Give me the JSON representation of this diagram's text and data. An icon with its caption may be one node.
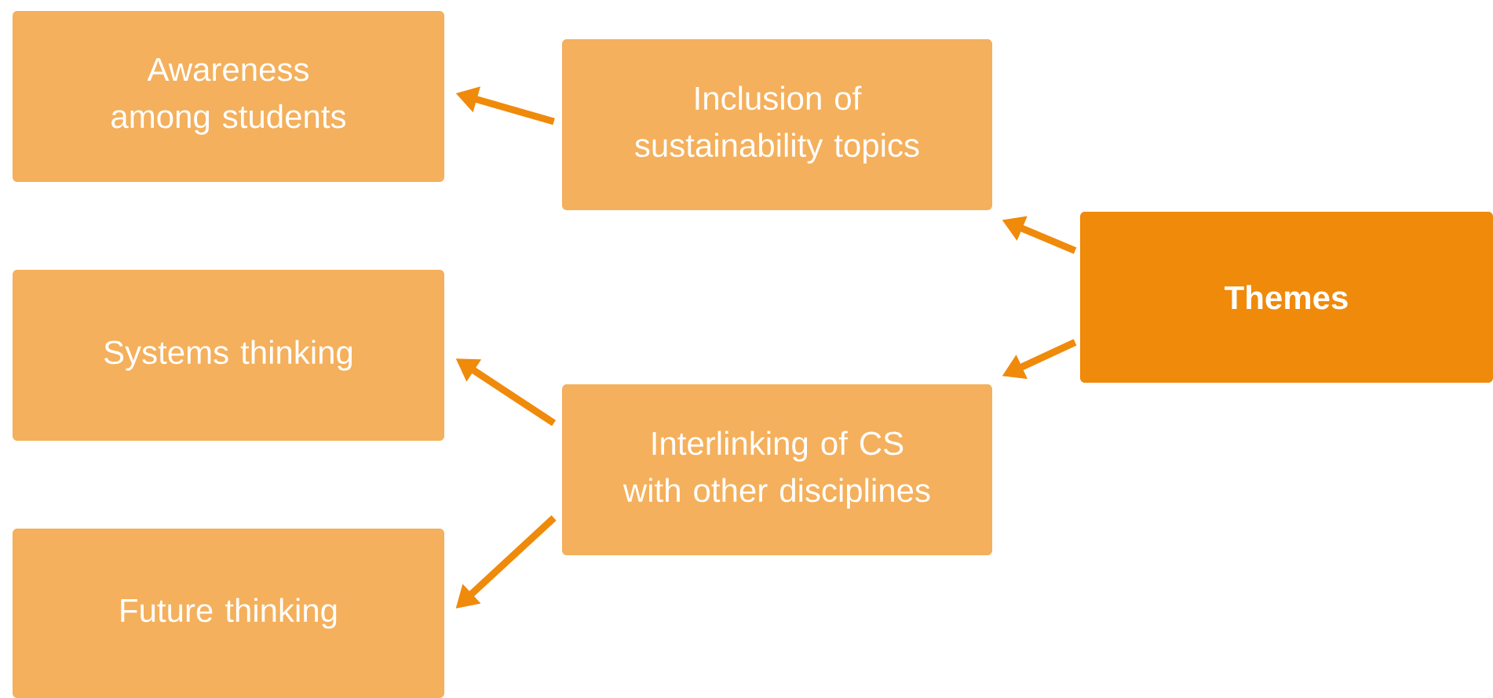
{
  "diagram": {
    "nodes": [
      {
        "text": [
          "Themes"
        ]
      },
      {
        "text": [
          "Inclusion of sustainability topics"
        ]
      },
      {
        "text": [
          "Interlinking of CS with other disciplines"
        ]
      },
      {
        "text": [
          "Awareness among students"
        ]
      },
      {
        "text": [
          "Systems thinking"
        ]
      },
      {
        "text": [
          "Future thinking"
        ]
      }
    ],
    "edges": [
      {
        "from": 0,
        "to": 1,
        "arrow": "to"
      },
      {
        "from": 0,
        "to": 2,
        "arrow": "to"
      },
      {
        "from": 1,
        "to": 3,
        "arrow": "to"
      },
      {
        "from": 2,
        "to": 4,
        "arrow": "to"
      },
      {
        "from": 2,
        "to": 5,
        "arrow": "to"
      }
    ]
  }
}
